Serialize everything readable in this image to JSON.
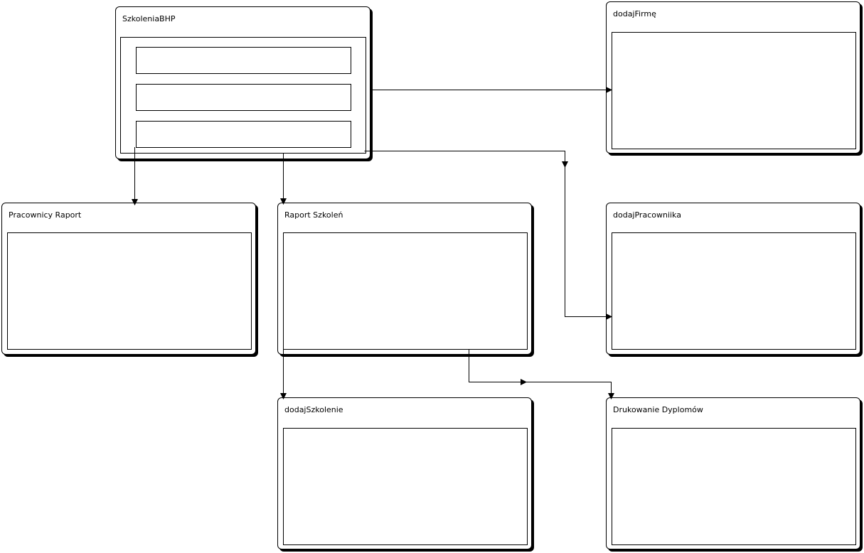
{
  "diagram": {
    "windows": {
      "main": {
        "title": "SzkoleniaBHP"
      },
      "dodaj_firme": {
        "title": "dodajFirmę"
      },
      "pracownicy_raport": {
        "title": "Pracownicy Raport"
      },
      "raport_szkolen": {
        "title": "Raport Szkoleń"
      },
      "dodaj_pracownika": {
        "title": "dodajPracowniika"
      },
      "dodaj_szkolenie": {
        "title": "dodajSzkolenie"
      },
      "drukowanie_dyplomow": {
        "title": "Drukowanie Dyplomów"
      }
    },
    "connections": [
      {
        "from": "SzkoleniaBHP",
        "to": "dodajFirmę"
      },
      {
        "from": "SzkoleniaBHP",
        "to": "dodajPracowniika"
      },
      {
        "from": "SzkoleniaBHP",
        "to": "Pracownicy Raport"
      },
      {
        "from": "SzkoleniaBHP",
        "to": "Raport Szkoleń"
      },
      {
        "from": "Raport Szkoleń",
        "to": "dodajSzkolenie"
      },
      {
        "from": "Raport Szkoleń",
        "to": "Drukowanie Dyplomów"
      }
    ],
    "colors": {
      "line": "#000000",
      "background": "#ffffff"
    }
  }
}
